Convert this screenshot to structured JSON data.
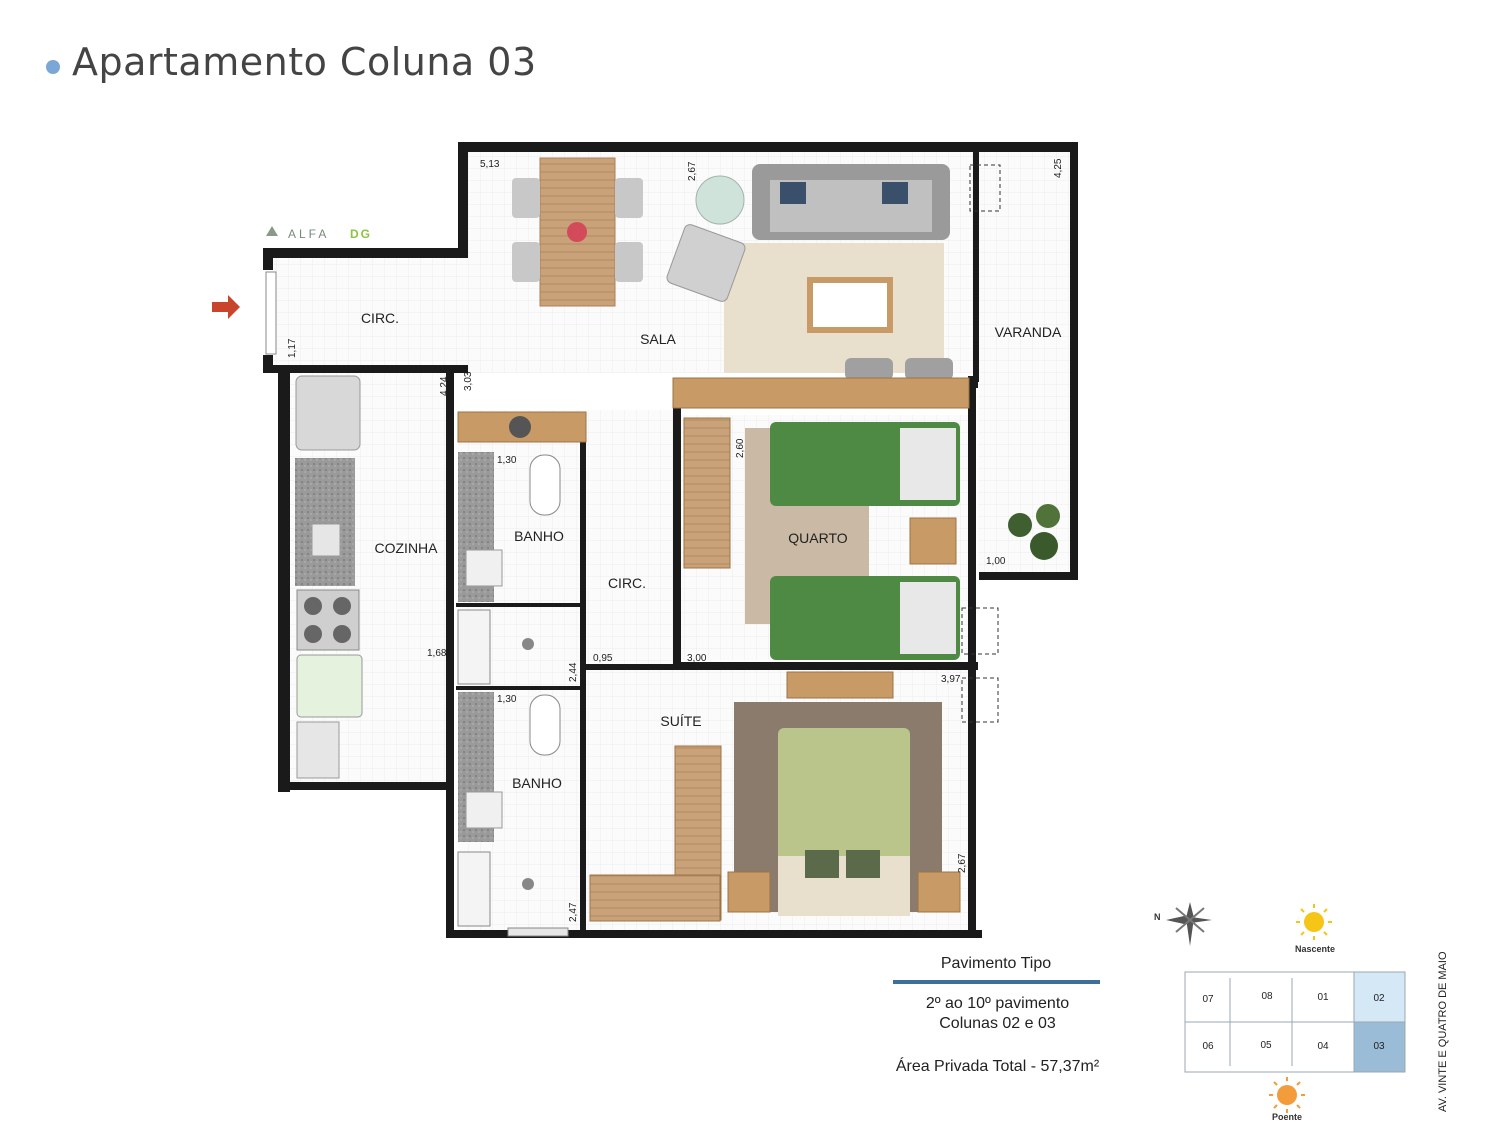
{
  "title": "Apartamento Coluna 03",
  "logo": {
    "text_a": "ALFA",
    "text_b": "DG",
    "accent": "#8bc53f"
  },
  "rooms": {
    "circ_entry": "CIRC.",
    "sala": "SALA",
    "varanda": "VARANDA",
    "cozinha": "COZINHA",
    "banho_1": "BANHO",
    "banho_2": "BANHO",
    "circ_hall": "CIRC.",
    "quarto": "QUARTO",
    "suite": "SUÍTE"
  },
  "dimensions": {
    "d_513": "5,13",
    "d_267_top": "2,67",
    "d_425": "4,25",
    "d_117": "1,17",
    "d_424": "4,24",
    "d_303": "3,03",
    "d_130_a": "1,30",
    "d_260": "2,60",
    "d_100": "1,00",
    "d_168": "1,68",
    "d_095": "0,95",
    "d_300": "3,00",
    "d_244": "2,44",
    "d_397": "3,97",
    "d_130_b": "1,30",
    "d_267_suite": "2,67",
    "d_247": "2,47"
  },
  "info": {
    "heading": "Pavimento Tipo",
    "floors": "2º ao 10º pavimento",
    "columns": "Colunas 02 e 03",
    "area": "Área Privada Total - 57,37m²"
  },
  "orientation": {
    "north": "N",
    "sunrise": "Nascente",
    "sunset": "Poente",
    "street": "AV. VINTE E QUATRO DE MAIO"
  },
  "key_plan": {
    "units_top": [
      "07",
      "08",
      "01",
      "02"
    ],
    "units_bottom": [
      "06",
      "05",
      "04",
      "03"
    ],
    "highlight_light": "#d4e8f5",
    "highlight_dark": "#9bbcd6"
  },
  "colors": {
    "wall": "#1a1a1a",
    "arrow": "#c8452b",
    "bed_green": "#4f8a45",
    "suite_bed": "#b9c58a",
    "wood": "#c79a66",
    "rug": "#e5dcc8",
    "divider": "#3d6f99"
  }
}
